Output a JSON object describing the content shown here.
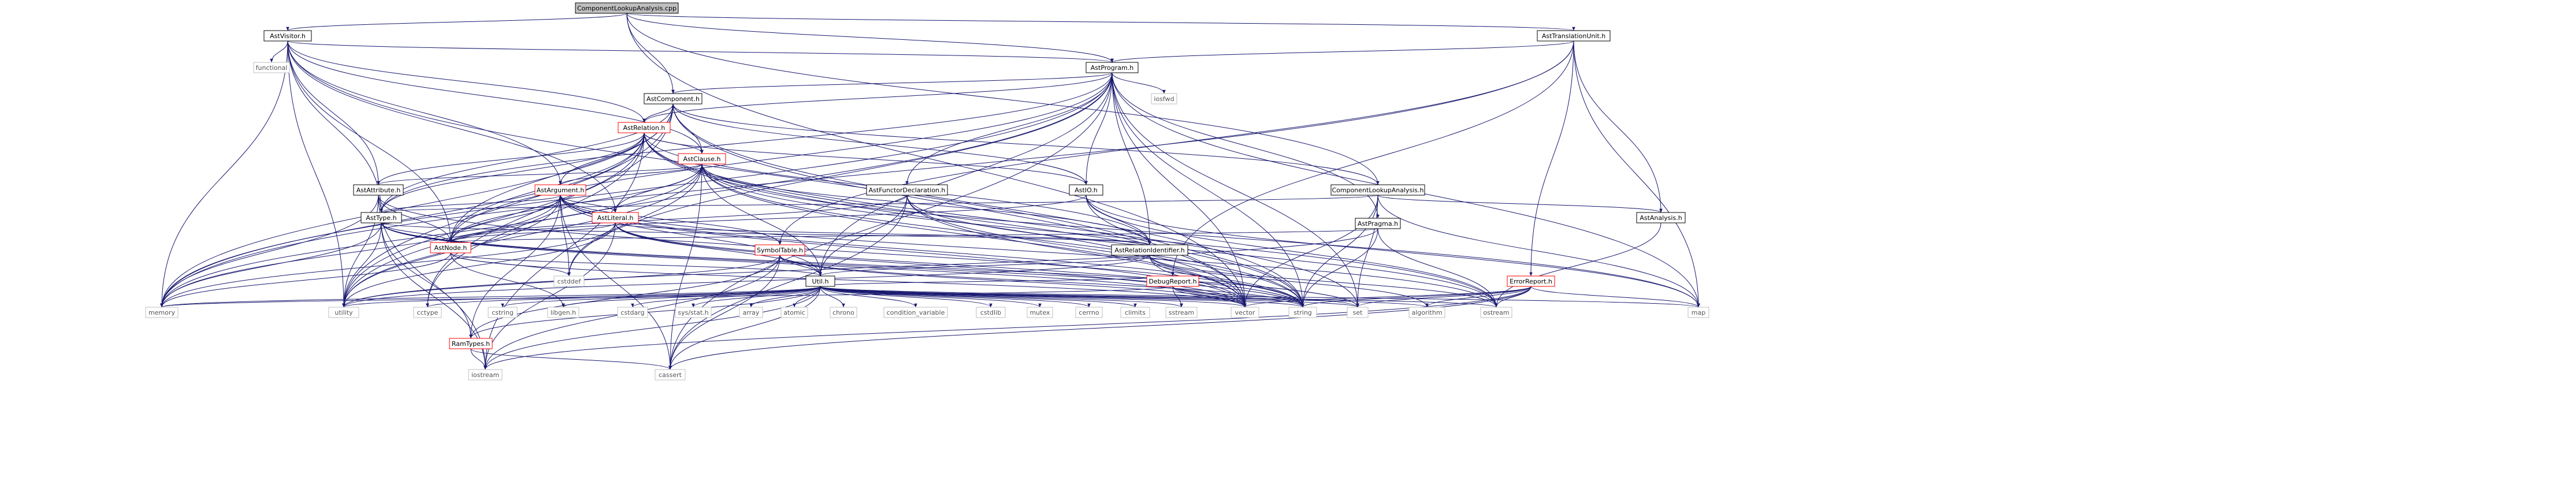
{
  "colors": {
    "edge": "#191970",
    "root_fill": "#bfbfbf",
    "node_stroke_black": "#000000",
    "node_stroke_red": "#ff0000",
    "node_stroke_gray": "#bfbfbf",
    "text": "#000000",
    "text_gray": "#555555"
  },
  "nodes": [
    {
      "id": "ComponentLookupAnalysis.cpp",
      "label": "ComponentLookupAnalysis.cpp",
      "kind": "root"
    },
    {
      "id": "AstVisitor.h",
      "label": "AstVisitor.h",
      "kind": "normal"
    },
    {
      "id": "AstTranslationUnit.h",
      "label": "AstTranslationUnit.h",
      "kind": "normal"
    },
    {
      "id": "functional",
      "label": "functional",
      "kind": "system"
    },
    {
      "id": "AstProgram.h",
      "label": "AstProgram.h",
      "kind": "normal"
    },
    {
      "id": "AstComponent.h",
      "label": "AstComponent.h",
      "kind": "normal"
    },
    {
      "id": "iosfwd",
      "label": "iosfwd",
      "kind": "system"
    },
    {
      "id": "AstRelation.h",
      "label": "AstRelation.h",
      "kind": "truncated"
    },
    {
      "id": "AstClause.h",
      "label": "AstClause.h",
      "kind": "truncated"
    },
    {
      "id": "AstAttribute.h",
      "label": "AstAttribute.h",
      "kind": "normal"
    },
    {
      "id": "AstArgument.h",
      "label": "AstArgument.h",
      "kind": "truncated"
    },
    {
      "id": "AstLiteral.h",
      "label": "AstLiteral.h",
      "kind": "truncated"
    },
    {
      "id": "AstFunctorDeclaration.h",
      "label": "AstFunctorDeclaration.h",
      "kind": "normal"
    },
    {
      "id": "AstIO.h",
      "label": "AstIO.h",
      "kind": "normal"
    },
    {
      "id": "ComponentLookupAnalysis.h",
      "label": "ComponentLookupAnalysis.h",
      "kind": "normal"
    },
    {
      "id": "AstPragma.h",
      "label": "AstPragma.h",
      "kind": "normal"
    },
    {
      "id": "AstAnalysis.h",
      "label": "AstAnalysis.h",
      "kind": "normal"
    },
    {
      "id": "AstType.h",
      "label": "AstType.h",
      "kind": "normal"
    },
    {
      "id": "AstNode.h",
      "label": "AstNode.h",
      "kind": "truncated"
    },
    {
      "id": "SymbolTable.h",
      "label": "SymbolTable.h",
      "kind": "truncated"
    },
    {
      "id": "AstRelationIdentifier.h",
      "label": "AstRelationIdentifier.h",
      "kind": "normal"
    },
    {
      "id": "DebugReport.h",
      "label": "DebugReport.h",
      "kind": "truncated"
    },
    {
      "id": "ErrorReport.h",
      "label": "ErrorReport.h",
      "kind": "truncated"
    },
    {
      "id": "Util.h",
      "label": "Util.h",
      "kind": "normal"
    },
    {
      "id": "cstddef",
      "label": "cstddef",
      "kind": "system"
    },
    {
      "id": "memory",
      "label": "memory",
      "kind": "system"
    },
    {
      "id": "utility",
      "label": "utility",
      "kind": "system"
    },
    {
      "id": "cctype",
      "label": "cctype",
      "kind": "system"
    },
    {
      "id": "RamTypes.h",
      "label": "RamTypes.h",
      "kind": "truncated"
    },
    {
      "id": "cstring",
      "label": "cstring",
      "kind": "system"
    },
    {
      "id": "libgen.h",
      "label": "libgen.h",
      "kind": "system"
    },
    {
      "id": "cstdarg",
      "label": "cstdarg",
      "kind": "system"
    },
    {
      "id": "sys/stat.h",
      "label": "sys/stat.h",
      "kind": "system"
    },
    {
      "id": "array",
      "label": "array",
      "kind": "system"
    },
    {
      "id": "atomic",
      "label": "atomic",
      "kind": "system"
    },
    {
      "id": "chrono",
      "label": "chrono",
      "kind": "system"
    },
    {
      "id": "condition_variable",
      "label": "condition_variable",
      "kind": "system"
    },
    {
      "id": "cstdlib",
      "label": "cstdlib",
      "kind": "system"
    },
    {
      "id": "mutex",
      "label": "mutex",
      "kind": "system"
    },
    {
      "id": "cerrno",
      "label": "cerrno",
      "kind": "system"
    },
    {
      "id": "climits",
      "label": "climits",
      "kind": "system"
    },
    {
      "id": "sstream",
      "label": "sstream",
      "kind": "system"
    },
    {
      "id": "vector",
      "label": "vector",
      "kind": "system"
    },
    {
      "id": "string",
      "label": "string",
      "kind": "system"
    },
    {
      "id": "set",
      "label": "set",
      "kind": "system"
    },
    {
      "id": "algorithm",
      "label": "algorithm",
      "kind": "system"
    },
    {
      "id": "ostream",
      "label": "ostream",
      "kind": "system"
    },
    {
      "id": "map",
      "label": "map",
      "kind": "system"
    },
    {
      "id": "iostream",
      "label": "iostream",
      "kind": "system"
    },
    {
      "id": "cassert",
      "label": "cassert",
      "kind": "system"
    }
  ],
  "edges": [
    [
      "ComponentLookupAnalysis.cpp",
      "AstVisitor.h"
    ],
    [
      "ComponentLookupAnalysis.cpp",
      "AstTranslationUnit.h"
    ],
    [
      "ComponentLookupAnalysis.cpp",
      "AstProgram.h"
    ],
    [
      "ComponentLookupAnalysis.cpp",
      "AstComponent.h"
    ],
    [
      "ComponentLookupAnalysis.cpp",
      "ComponentLookupAnalysis.h"
    ],
    [
      "ComponentLookupAnalysis.cpp",
      "vector"
    ],
    [
      "AstVisitor.h",
      "functional"
    ],
    [
      "AstVisitor.h",
      "AstProgram.h"
    ],
    [
      "AstVisitor.h",
      "AstRelation.h"
    ],
    [
      "AstVisitor.h",
      "AstClause.h"
    ],
    [
      "AstVisitor.h",
      "AstAttribute.h"
    ],
    [
      "AstVisitor.h",
      "AstArgument.h"
    ],
    [
      "AstVisitor.h",
      "AstLiteral.h"
    ],
    [
      "AstVisitor.h",
      "AstType.h"
    ],
    [
      "AstVisitor.h",
      "AstNode.h"
    ],
    [
      "AstVisitor.h",
      "memory"
    ],
    [
      "AstVisitor.h",
      "utility"
    ],
    [
      "AstVisitor.h",
      "vector"
    ],
    [
      "AstTranslationUnit.h",
      "AstProgram.h"
    ],
    [
      "AstTranslationUnit.h",
      "AstAnalysis.h"
    ],
    [
      "AstTranslationUnit.h",
      "SymbolTable.h"
    ],
    [
      "AstTranslationUnit.h",
      "DebugReport.h"
    ],
    [
      "AstTranslationUnit.h",
      "ErrorReport.h"
    ],
    [
      "AstTranslationUnit.h",
      "map"
    ],
    [
      "AstTranslationUnit.h",
      "memory"
    ],
    [
      "AstProgram.h",
      "AstComponent.h"
    ],
    [
      "AstProgram.h",
      "AstRelation.h"
    ],
    [
      "AstProgram.h",
      "AstFunctorDeclaration.h"
    ],
    [
      "AstProgram.h",
      "AstIO.h"
    ],
    [
      "AstProgram.h",
      "AstPragma.h"
    ],
    [
      "AstProgram.h",
      "AstType.h"
    ],
    [
      "AstProgram.h",
      "AstNode.h"
    ],
    [
      "AstProgram.h",
      "AstRelationIdentifier.h"
    ],
    [
      "AstProgram.h",
      "Util.h"
    ],
    [
      "AstProgram.h",
      "iosfwd"
    ],
    [
      "AstProgram.h",
      "map"
    ],
    [
      "AstProgram.h",
      "memory"
    ],
    [
      "AstProgram.h",
      "set"
    ],
    [
      "AstProgram.h",
      "string"
    ],
    [
      "AstProgram.h",
      "vector"
    ],
    [
      "AstProgram.h",
      "utility"
    ],
    [
      "AstProgram.h",
      "cassert"
    ],
    [
      "AstProgram.h",
      "cstddef"
    ],
    [
      "AstComponent.h",
      "AstRelation.h"
    ],
    [
      "AstComponent.h",
      "AstClause.h"
    ],
    [
      "AstComponent.h",
      "AstIO.h"
    ],
    [
      "AstComponent.h",
      "AstType.h"
    ],
    [
      "AstComponent.h",
      "AstNode.h"
    ],
    [
      "AstComponent.h",
      "memory"
    ],
    [
      "AstComponent.h",
      "string"
    ],
    [
      "AstComponent.h",
      "utility"
    ],
    [
      "AstComponent.h",
      "vector"
    ],
    [
      "AstComponent.h",
      "cctype"
    ],
    [
      "AstRelation.h",
      "AstClause.h"
    ],
    [
      "AstRelation.h",
      "AstAttribute.h"
    ],
    [
      "AstRelation.h",
      "AstArgument.h"
    ],
    [
      "AstRelation.h",
      "AstIO.h"
    ],
    [
      "AstRelation.h",
      "AstNode.h"
    ],
    [
      "AstRelation.h",
      "AstType.h"
    ],
    [
      "AstRelation.h",
      "AstRelationIdentifier.h"
    ],
    [
      "AstRelation.h",
      "memory"
    ],
    [
      "AstRelation.h",
      "set"
    ],
    [
      "AstRelation.h",
      "string"
    ],
    [
      "AstRelation.h",
      "vector"
    ],
    [
      "AstRelation.h",
      "iostream"
    ],
    [
      "AstRelation.h",
      "utility"
    ],
    [
      "AstRelation.h",
      "cctype"
    ],
    [
      "AstClause.h",
      "AstArgument.h"
    ],
    [
      "AstClause.h",
      "AstLiteral.h"
    ],
    [
      "AstClause.h",
      "AstAttribute.h"
    ],
    [
      "AstClause.h",
      "AstNode.h"
    ],
    [
      "AstClause.h",
      "AstRelationIdentifier.h"
    ],
    [
      "AstClause.h",
      "Util.h"
    ],
    [
      "AstClause.h",
      "map"
    ],
    [
      "AstClause.h",
      "memory"
    ],
    [
      "AstClause.h",
      "ostream"
    ],
    [
      "AstClause.h",
      "string"
    ],
    [
      "AstClause.h",
      "vector"
    ],
    [
      "AstClause.h",
      "cassert"
    ],
    [
      "AstClause.h",
      "cstddef"
    ],
    [
      "AstClause.h",
      "utility"
    ],
    [
      "AstAttribute.h",
      "AstType.h"
    ],
    [
      "AstAttribute.h",
      "AstNode.h"
    ],
    [
      "AstAttribute.h",
      "iostream"
    ],
    [
      "AstAttribute.h",
      "string"
    ],
    [
      "AstAttribute.h",
      "utility"
    ],
    [
      "AstAttribute.h",
      "memory"
    ],
    [
      "AstArgument.h",
      "AstType.h"
    ],
    [
      "AstArgument.h",
      "AstNode.h"
    ],
    [
      "AstArgument.h",
      "SymbolTable.h"
    ],
    [
      "AstArgument.h",
      "Util.h"
    ],
    [
      "AstArgument.h",
      "RamTypes.h"
    ],
    [
      "AstArgument.h",
      "cstddef"
    ],
    [
      "AstArgument.h",
      "memory"
    ],
    [
      "AstArgument.h",
      "string"
    ],
    [
      "AstArgument.h",
      "utility"
    ],
    [
      "AstArgument.h",
      "vector"
    ],
    [
      "AstArgument.h",
      "cassert"
    ],
    [
      "AstArgument.h",
      "ostream"
    ],
    [
      "AstLiteral.h",
      "AstNode.h"
    ],
    [
      "AstLiteral.h",
      "AstArgument.h"
    ],
    [
      "AstLiteral.h",
      "AstRelationIdentifier.h"
    ],
    [
      "AstLiteral.h",
      "Util.h"
    ],
    [
      "AstLiteral.h",
      "memory"
    ],
    [
      "AstLiteral.h",
      "string"
    ],
    [
      "AstLiteral.h",
      "vector"
    ],
    [
      "AstLiteral.h",
      "utility"
    ],
    [
      "AstLiteral.h",
      "iostream"
    ],
    [
      "AstFunctorDeclaration.h",
      "AstNode.h"
    ],
    [
      "AstFunctorDeclaration.h",
      "Util.h"
    ],
    [
      "AstFunctorDeclaration.h",
      "cassert"
    ],
    [
      "AstFunctorDeclaration.h",
      "string"
    ],
    [
      "AstFunctorDeclaration.h",
      "vector"
    ],
    [
      "AstFunctorDeclaration.h",
      "ostream"
    ],
    [
      "AstIO.h",
      "AstNode.h"
    ],
    [
      "AstIO.h",
      "AstRelationIdentifier.h"
    ],
    [
      "AstIO.h",
      "map"
    ],
    [
      "AstIO.h",
      "ostream"
    ],
    [
      "AstIO.h",
      "string"
    ],
    [
      "ComponentLookupAnalysis.h",
      "AstAnalysis.h"
    ],
    [
      "ComponentLookupAnalysis.h",
      "AstType.h"
    ],
    [
      "ComponentLookupAnalysis.h",
      "AstComponent.h"
    ],
    [
      "ComponentLookupAnalysis.h",
      "map"
    ],
    [
      "ComponentLookupAnalysis.h",
      "set"
    ],
    [
      "ComponentLookupAnalysis.h",
      "string"
    ],
    [
      "ComponentLookupAnalysis.h",
      "vector"
    ],
    [
      "AstPragma.h",
      "AstNode.h"
    ],
    [
      "AstPragma.h",
      "ostream"
    ],
    [
      "AstPragma.h",
      "string"
    ],
    [
      "AstPragma.h",
      "utility"
    ],
    [
      "AstAnalysis.h",
      "ostream"
    ],
    [
      "AstType.h",
      "AstNode.h"
    ],
    [
      "AstType.h",
      "AstRelationIdentifier.h"
    ],
    [
      "AstType.h",
      "iostream"
    ],
    [
      "AstType.h",
      "set"
    ],
    [
      "AstType.h",
      "string"
    ],
    [
      "AstType.h",
      "vector"
    ],
    [
      "AstType.h",
      "utility"
    ],
    [
      "AstType.h",
      "RamTypes.h"
    ],
    [
      "AstType.h",
      "memory"
    ],
    [
      "AstNode.h",
      "cstddef"
    ],
    [
      "AstNode.h",
      "memory"
    ],
    [
      "AstNode.h",
      "libgen.h"
    ],
    [
      "AstNode.h",
      "vector"
    ],
    [
      "AstNode.h",
      "Util.h"
    ],
    [
      "SymbolTable.h",
      "Util.h"
    ],
    [
      "SymbolTable.h",
      "RamTypes.h"
    ],
    [
      "SymbolTable.h",
      "vector"
    ],
    [
      "SymbolTable.h",
      "utility"
    ],
    [
      "SymbolTable.h",
      "iostream"
    ],
    [
      "SymbolTable.h",
      "string"
    ],
    [
      "SymbolTable.h",
      "cassert"
    ],
    [
      "AstRelationIdentifier.h",
      "Util.h"
    ],
    [
      "AstRelationIdentifier.h",
      "algorithm"
    ],
    [
      "AstRelationIdentifier.h",
      "ostream"
    ],
    [
      "AstRelationIdentifier.h",
      "string"
    ],
    [
      "AstRelationIdentifier.h",
      "vector"
    ],
    [
      "AstRelationIdentifier.h",
      "utility"
    ],
    [
      "DebugReport.h",
      "Util.h"
    ],
    [
      "DebugReport.h",
      "memory"
    ],
    [
      "DebugReport.h",
      "sstream"
    ],
    [
      "DebugReport.h",
      "string"
    ],
    [
      "DebugReport.h",
      "vector"
    ],
    [
      "DebugReport.h",
      "set"
    ],
    [
      "ErrorReport.h",
      "algorithm"
    ],
    [
      "ErrorReport.h",
      "cassert"
    ],
    [
      "ErrorReport.h",
      "iostream"
    ],
    [
      "ErrorReport.h",
      "set"
    ],
    [
      "ErrorReport.h",
      "string"
    ],
    [
      "ErrorReport.h",
      "vector"
    ],
    [
      "ErrorReport.h",
      "ostream"
    ],
    [
      "ErrorReport.h",
      "map"
    ],
    [
      "Util.h",
      "RamTypes.h"
    ],
    [
      "Util.h",
      "memory"
    ],
    [
      "Util.h",
      "utility"
    ],
    [
      "Util.h",
      "cctype"
    ],
    [
      "Util.h",
      "cstring"
    ],
    [
      "Util.h",
      "libgen.h"
    ],
    [
      "Util.h",
      "cstdarg"
    ],
    [
      "Util.h",
      "sys/stat.h"
    ],
    [
      "Util.h",
      "array"
    ],
    [
      "Util.h",
      "atomic"
    ],
    [
      "Util.h",
      "chrono"
    ],
    [
      "Util.h",
      "condition_variable"
    ],
    [
      "Util.h",
      "cstdlib"
    ],
    [
      "Util.h",
      "mutex"
    ],
    [
      "Util.h",
      "cerrno"
    ],
    [
      "Util.h",
      "climits"
    ],
    [
      "Util.h",
      "sstream"
    ],
    [
      "Util.h",
      "vector"
    ],
    [
      "Util.h",
      "string"
    ],
    [
      "Util.h",
      "set"
    ],
    [
      "Util.h",
      "algorithm"
    ],
    [
      "Util.h",
      "ostream"
    ],
    [
      "Util.h",
      "map"
    ],
    [
      "Util.h",
      "iostream"
    ],
    [
      "Util.h",
      "cassert"
    ],
    [
      "RamTypes.h",
      "iostream"
    ],
    [
      "RamTypes.h",
      "cassert"
    ]
  ]
}
